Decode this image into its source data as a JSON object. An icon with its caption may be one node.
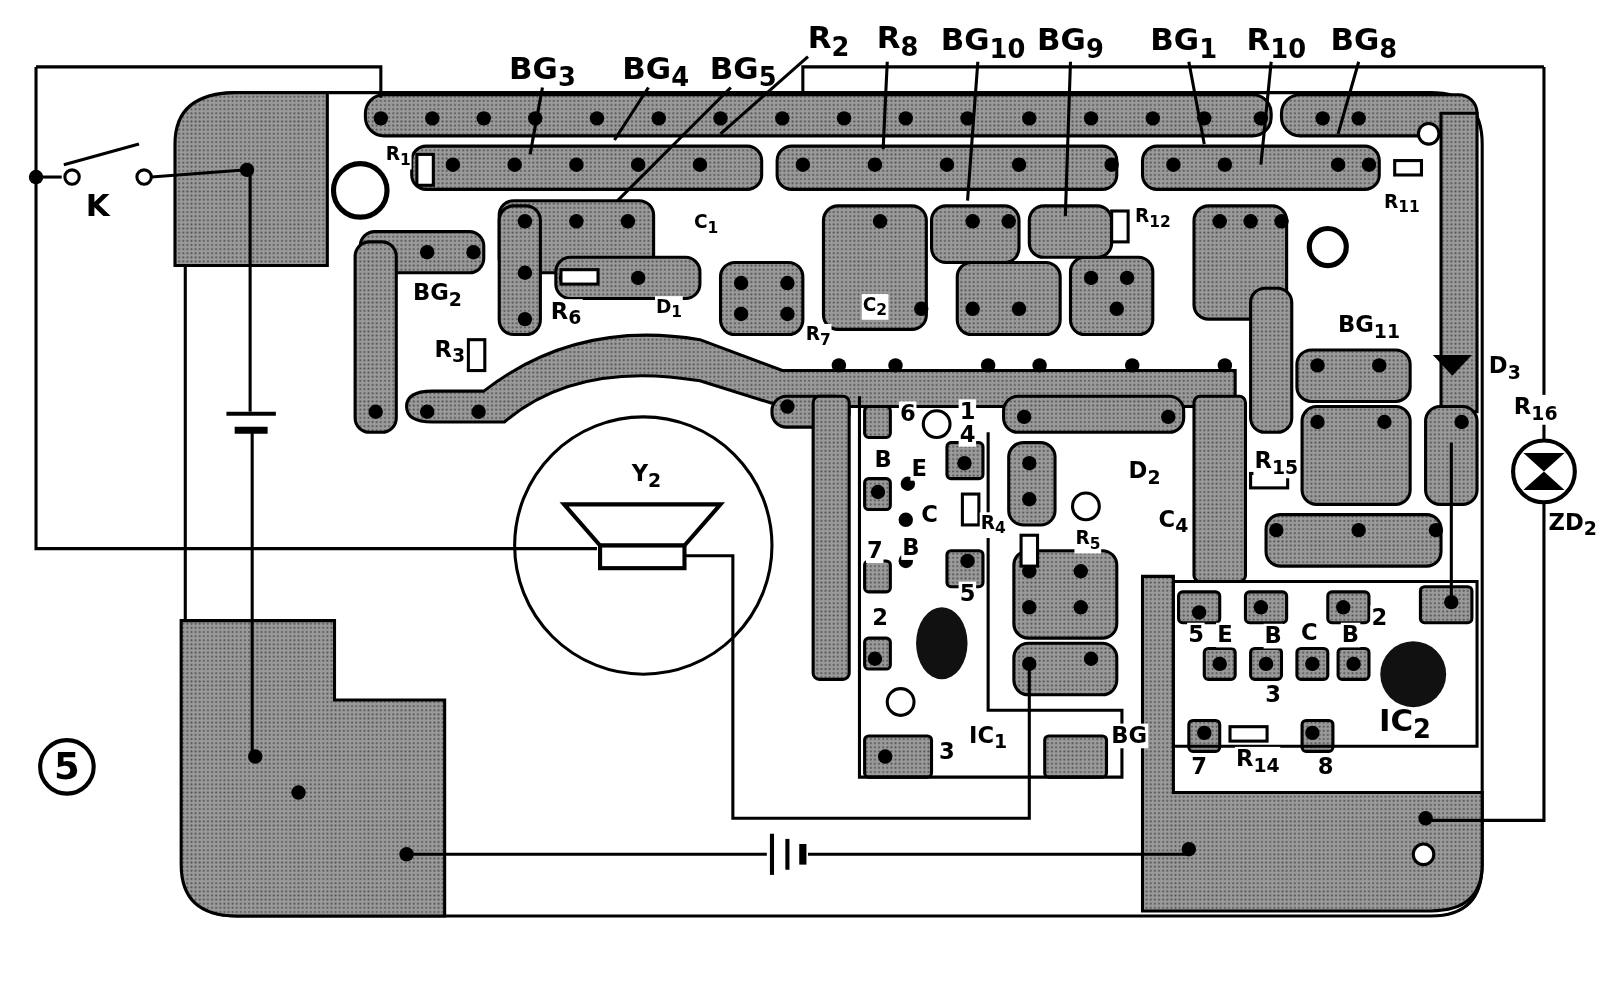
{
  "diagram": {
    "nodes": [
      {
        "text": [
          "BG$_{3}$"
        ]
      },
      {
        "text": [
          "BG$_{4}$"
        ]
      },
      {
        "text": [
          "BG$_{5}$"
        ]
      },
      {
        "text": [
          "R$_{2}$"
        ]
      },
      {
        "text": [
          "R$_{8}$"
        ]
      },
      {
        "text": [
          "BG$_{10}$"
        ]
      },
      {
        "text": [
          "BG$_{9}$"
        ]
      },
      {
        "text": [
          "BG$_{1}$"
        ]
      },
      {
        "text": [
          "R$_{10}$"
        ]
      },
      {
        "text": [
          "BG$_{8}$"
        ]
      }
    ],
    "edges": [
      {
        "from": 0,
        "to": null,
        "arrow": "none"
      },
      {
        "from": 1,
        "to": null,
        "arrow": "none"
      },
      {
        "from": 2,
        "to": null,
        "arrow": "none"
      },
      {
        "from": 3,
        "to": null,
        "arrow": "none"
      },
      {
        "from": 4,
        "to": null,
        "arrow": "none"
      },
      {
        "from": 5,
        "to": null,
        "arrow": "none"
      },
      {
        "from": 6,
        "to": null,
        "arrow": "none"
      },
      {
        "from": 7,
        "to": null,
        "arrow": "none"
      },
      {
        "from": 8,
        "to": null,
        "arrow": "none"
      },
      {
        "from": 9,
        "to": null,
        "arrow": "none"
      }
    ],
    "labels": [
      "K",
      "R$_{1}$",
      "BG$_{2}$",
      "R$_{6}$",
      "R$_{3}$",
      "D$_{1}$",
      "C$_{1}$",
      "R$_{12}$",
      "R$_{7}$",
      "R$_{11}$",
      "BG$_{11}$",
      "D$_{3}$",
      "R$_{16}$",
      "ZD$_{2}$",
      "Y$_{2}$",
      "6",
      "1",
      "4",
      "B",
      "E",
      "C",
      "7",
      "B",
      "R$_{4}$",
      "R$_{5}$",
      "5",
      "2",
      "IC$_{1}$",
      "3",
      "BG",
      "D$_{2}$",
      "C$_{4}$",
      "R$_{15}$",
      "5",
      "E",
      "B",
      "C",
      "B",
      "2",
      "3",
      "IC$_{2}$",
      "7",
      "R$_{14}$",
      "8",
      "5",
      "C$_{2}$"
    ]
  }
}
